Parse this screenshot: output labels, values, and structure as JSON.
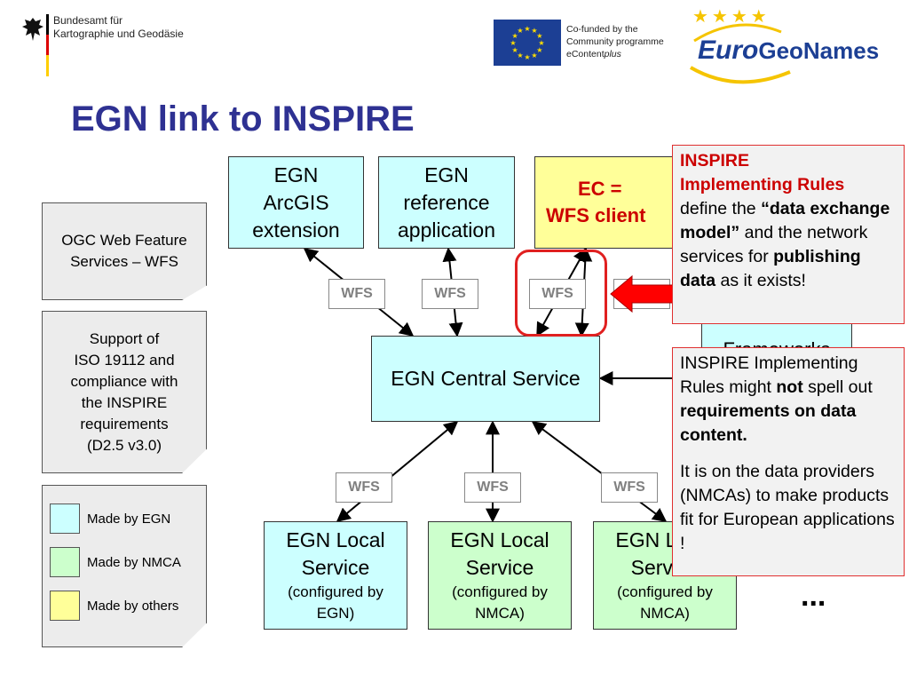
{
  "header": {
    "org_line1": "Bundesamt für",
    "org_line2": "Kartographie und Geodäsie",
    "cofunded_line1": "Co-funded by the",
    "cofunded_line2": "Community programme",
    "cofunded_line3_a": "eContent",
    "cofunded_line3_b": "plus",
    "logo_euro": "Euro",
    "logo_geonames": "GeoNames"
  },
  "title": "EGN link to INSPIRE",
  "boxes": {
    "arcgis": [
      "EGN",
      "ArcGIS",
      "extension"
    ],
    "reference": [
      "EGN",
      "reference",
      "application"
    ],
    "ec_client": [
      "EC =",
      "WFS client"
    ],
    "central": "EGN Central Service",
    "partial_right": "Frameworks",
    "local1": {
      "title": [
        "EGN Local",
        "Service"
      ],
      "sub": [
        "(configured by",
        "EGN)"
      ]
    },
    "local2": {
      "title": [
        "EGN Local",
        "Service"
      ],
      "sub": [
        "(configured by",
        "NMCA)"
      ]
    },
    "local3": {
      "title": [
        "EGN Local",
        "Service"
      ],
      "sub": [
        "(configured by",
        "NMCA)"
      ]
    },
    "ellipsis": "..."
  },
  "wfs_label": "WFS",
  "left_notes": {
    "ogc": [
      "OGC Web Feature",
      "Services – WFS"
    ],
    "iso": [
      "Support of",
      "ISO 19112 and",
      "compliance with",
      "the INSPIRE",
      "requirements",
      "(D2.5 v3.0)"
    ]
  },
  "legend": [
    {
      "label": "Made by EGN",
      "color": "#ccffff"
    },
    {
      "label": "Made by NMCA",
      "color": "#ccffcc"
    },
    {
      "label": "Made by others",
      "color": "#ffff99"
    }
  ],
  "callout1": {
    "red_1": "INSPIRE",
    "red_2": "Implementing Rules",
    "t1": "define the ",
    "b1": "“data exchange model”",
    "t2": " and the network services for ",
    "b2": "publishing data",
    "t3": " as it exists!"
  },
  "callout2": {
    "t1": "INSPIRE Implementing Rules might ",
    "b1": "not",
    "t2": " spell out ",
    "b2": "requirements on data content.",
    "p2": "It is on the data providers (NMCAs) to make products fit for European applications !"
  },
  "colors": {
    "title": "#2e3192",
    "highlight": "#e02020",
    "arrow_fill": "#ff0000",
    "eu_blue": "#1c3f94",
    "eu_star": "#ffdd00"
  }
}
